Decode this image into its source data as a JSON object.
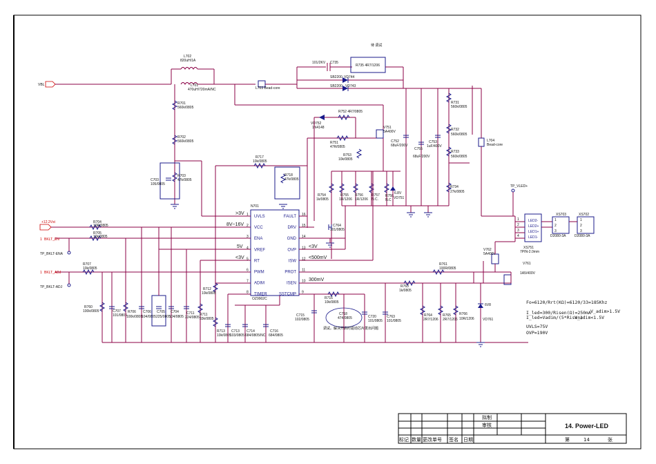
{
  "schematic": {
    "title": "14. Power-LED",
    "page_number": "14",
    "top_note": "待 调试",
    "bottom_note": "调试。解决开启时驱动芯片发出问题",
    "ic": {
      "ref": "N701",
      "part": "OZ9902C",
      "left_pins": [
        {
          "num": "1",
          "name": "UVLS",
          "net": ">3V"
        },
        {
          "num": "2",
          "name": "VCC",
          "net": "8V~16V"
        },
        {
          "num": "3",
          "name": "ENA",
          "net": ""
        },
        {
          "num": "4",
          "name": "VREF",
          "net": "5V"
        },
        {
          "num": "5",
          "name": "RT",
          "net": "<3V"
        },
        {
          "num": "6",
          "name": "PWM",
          "net": ""
        },
        {
          "num": "7",
          "name": "ADIM",
          "net": ""
        },
        {
          "num": "8",
          "name": "TIMER",
          "net": ""
        }
      ],
      "right_pins": [
        {
          "num": "16",
          "name": "FAULT",
          "net": ""
        },
        {
          "num": "15",
          "name": "DRV",
          "net": ""
        },
        {
          "num": "14",
          "name": "GND",
          "net": ""
        },
        {
          "num": "13",
          "name": "OVP",
          "net": "<3V"
        },
        {
          "num": "12",
          "name": "ISW",
          "net": "<500mV"
        },
        {
          "num": "11",
          "name": "PROT",
          "net": ""
        },
        {
          "num": "10",
          "name": "ISEN",
          "net": "300mV"
        },
        {
          "num": "9",
          "name": "SSTCMP",
          "net": ""
        }
      ]
    },
    "components": [
      {
        "ref": "L702",
        "value": "820uH/1A"
      },
      {
        "ref": "L701",
        "value": "470uH/720mA/NC"
      },
      {
        "ref": "L703",
        "value": "Bead-core"
      },
      {
        "ref": "C735",
        "value": "101/2KV"
      },
      {
        "ref": "R735",
        "value": "4R7/1206"
      },
      {
        "ref": "VD744",
        "value": "SB2200"
      },
      {
        "ref": "VD743",
        "value": "SB2200"
      },
      {
        "ref": "R701",
        "value": "560k/0805"
      },
      {
        "ref": "R702",
        "value": "560k/0805"
      },
      {
        "ref": "C703",
        "value": "105/0805"
      },
      {
        "ref": "R703",
        "value": "47k/0805"
      },
      {
        "ref": "R717",
        "value": "10k/0805"
      },
      {
        "ref": "R718",
        "value": "47k/0805"
      },
      {
        "ref": "VD752",
        "value": "1N4148"
      },
      {
        "ref": "R752",
        "value": "4R7/0805"
      },
      {
        "ref": "R751",
        "value": "47R/0805"
      },
      {
        "ref": "R753",
        "value": "10k/0805"
      },
      {
        "ref": "V751",
        "value": "5A400V"
      },
      {
        "ref": "C752",
        "value": "68uF/200V"
      },
      {
        "ref": "C755",
        "value": "68uF/200V"
      },
      {
        "ref": "C753",
        "value": "1uF/400V"
      },
      {
        "ref": "R731",
        "value": "560k/0805"
      },
      {
        "ref": "R732",
        "value": "560k/0805"
      },
      {
        "ref": "R733",
        "value": "560k/0805"
      },
      {
        "ref": "R734",
        "value": "27k/0805"
      },
      {
        "ref": "L704",
        "value": "Bead-core"
      },
      {
        "ref": "R754",
        "value": "1k/0805"
      },
      {
        "ref": "R755",
        "value": "1R/1206"
      },
      {
        "ref": "R756",
        "value": "1R/1206"
      },
      {
        "ref": "R757",
        "value": "N.C."
      },
      {
        "ref": "R758",
        "value": "N.C"
      },
      {
        "ref": "VD751",
        "value": "6.8V"
      },
      {
        "ref": "C764",
        "value": "101/0805"
      },
      {
        "ref": "R704",
        "value": "10R/0805"
      },
      {
        "ref": "R705",
        "value": "10k/0805"
      },
      {
        "ref": "R707",
        "value": "10k/0805"
      },
      {
        "ref": "R760",
        "value": "100k/0805"
      },
      {
        "ref": "C707",
        "value": "101/0805"
      },
      {
        "ref": "R706",
        "value": "100k/0805"
      },
      {
        "ref": "C706",
        "value": "104/0805"
      },
      {
        "ref": "C705",
        "value": "225/0805"
      },
      {
        "ref": "C704",
        "value": "104/0805"
      },
      {
        "ref": "C711",
        "value": "224/0805"
      },
      {
        "ref": "R711",
        "value": "33k/0805"
      },
      {
        "ref": "R712",
        "value": "10k/0805"
      },
      {
        "ref": "R713",
        "value": "10k/0805"
      },
      {
        "ref": "C713",
        "value": "103/0805"
      },
      {
        "ref": "C714",
        "value": "684/0805/NC"
      },
      {
        "ref": "C716",
        "value": "684/0805"
      },
      {
        "ref": "C715",
        "value": "102/0805"
      },
      {
        "ref": "R716",
        "value": "10k/0805"
      },
      {
        "ref": "C718",
        "value": "474/0805"
      },
      {
        "ref": "C720",
        "value": "101/0805"
      },
      {
        "ref": "C763",
        "value": "101/0805"
      },
      {
        "ref": "R763",
        "value": "1k/0805"
      },
      {
        "ref": "R761",
        "value": "100R/0805"
      },
      {
        "ref": "R764",
        "value": "2R7/1206"
      },
      {
        "ref": "R765",
        "value": "2R7/1206"
      },
      {
        "ref": "R766",
        "value": "10R/1206"
      },
      {
        "ref": "VD761",
        "value": "6V8"
      },
      {
        "ref": "V762",
        "value": "5A400V"
      },
      {
        "ref": "V761",
        "value": "1A5/400V"
      },
      {
        "ref": "XS751",
        "value": "7PIN-2.0mm"
      },
      {
        "ref": "XS703",
        "value": "D2080-3A"
      },
      {
        "ref": "XS702",
        "value": "D2080-3A"
      }
    ],
    "ports": {
      "vbl": "VBL",
      "v12": "+12.2Vst",
      "bklt_en": "BKLT_EN",
      "tp_bklt_ena": "TP_BKLT-ENA",
      "bklt_adj": "BKLT_ADJ",
      "tp_bklt_adj": "TP_BKLT-ADJ",
      "tp_vled": "TP_VLED+"
    },
    "connector_pins": [
      "LED2-",
      "LED2+",
      "LED1+",
      "LED1-"
    ],
    "notes": [
      "Fo=6120/Rrt(KΩ)=6120/33=185Khz",
      "I_led=300/Risen(Ω)=250mA",
      "I_led=Vadim/(5*Risen)",
      "V_adim>1.5V",
      "V_adim<1.5V",
      "UVLS=75V",
      "OVP=190V"
    ],
    "title_block": {
      "drawn": "拟制",
      "checked": "审核",
      "headers": [
        "标记",
        "数量",
        "更改单号",
        "签名",
        "日期"
      ],
      "page_prefix": "第",
      "page_suffix": "张"
    }
  }
}
